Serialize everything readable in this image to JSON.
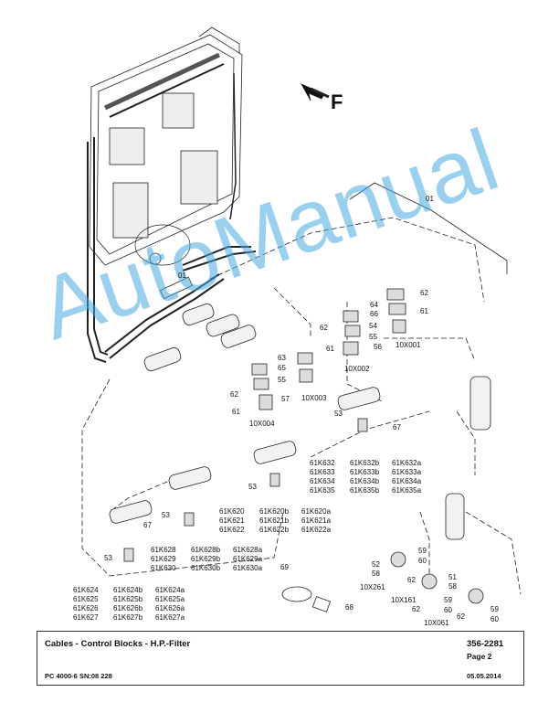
{
  "header": {
    "direction_letter": "F"
  },
  "callouts": {
    "c01a": "01",
    "c01b": "01",
    "c62a": "62",
    "c61a": "61",
    "c64": "64",
    "c66": "66",
    "c62b": "62",
    "c61b": "61",
    "c54": "54",
    "c55a": "55",
    "c56": "56",
    "c63": "63",
    "c65": "65",
    "c55b": "55",
    "c57": "57",
    "c62c": "62",
    "c61c": "61",
    "c53a": "53",
    "c67a": "67",
    "c53b": "53",
    "c53c": "53",
    "c67b": "67",
    "c53d": "53",
    "c69": "69",
    "c68": "68",
    "c59a": "59",
    "c60a": "60",
    "c52": "52",
    "c58a": "58",
    "c62d": "62",
    "c51": "51",
    "c58b": "58",
    "c62e": "62",
    "c59b": "59",
    "c60b": "60",
    "c59c": "59",
    "c60c": "60",
    "c62f": "62"
  },
  "connectors": {
    "x10X001": "10X001",
    "x10X002": "10X002",
    "x10X003": "10X003",
    "x10X004": "10X004",
    "x10X261": "10X261",
    "x10X161": "10X161",
    "x10X061": "10X061"
  },
  "part_blocks": {
    "k632": [
      [
        "61K632",
        "61K632b",
        "61K632a"
      ],
      [
        "61K633",
        "61K633b",
        "61K633a"
      ],
      [
        "61K634",
        "61K634b",
        "61K634a"
      ],
      [
        "61K635",
        "61K635b",
        "61K635a"
      ]
    ],
    "k620": [
      [
        "61K620",
        "61K620b",
        "61K620a"
      ],
      [
        "61K621",
        "61K621b",
        "61K621a"
      ],
      [
        "61K622",
        "61K622b",
        "61K622a"
      ]
    ],
    "k628": [
      [
        "61K628",
        "61K628b",
        "61K628a"
      ],
      [
        "61K629",
        "61K629b",
        "61K629a"
      ],
      [
        "61K630",
        "61K630b",
        "61K630a"
      ]
    ],
    "k624": [
      [
        "61K624",
        "61K624b",
        "61K624a"
      ],
      [
        "61K625",
        "61K625b",
        "61K625a"
      ],
      [
        "61K626",
        "61K626b",
        "61K626a"
      ],
      [
        "61K627",
        "61K627b",
        "61K627a"
      ]
    ]
  },
  "watermark": "AutoManual",
  "footer": {
    "title": "Cables - Control Blocks - H.P.-Filter",
    "doc_number": "356-2281",
    "page": "Page 2",
    "model": "PC 4000-6 SN:08 228",
    "date": "05.05.2014"
  }
}
